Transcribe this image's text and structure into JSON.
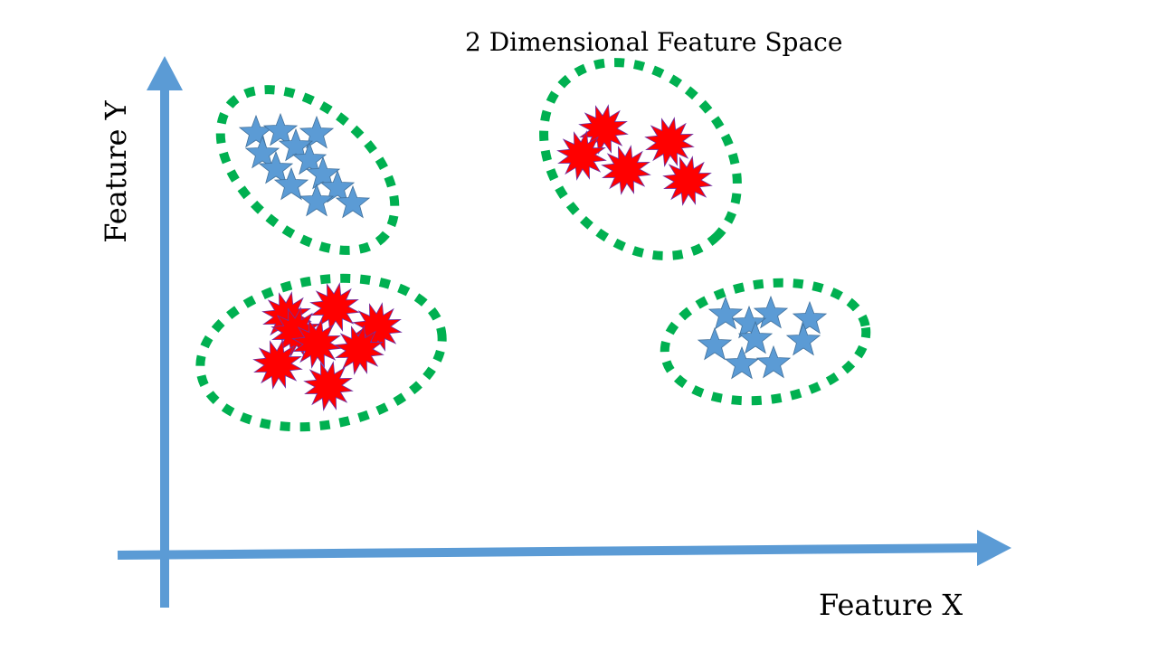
{
  "title": "2 Dimensional Feature Space",
  "x_axis_label": "Feature X",
  "y_axis_label": "Feature Y",
  "colors": {
    "axis": "#5b9bd5",
    "cluster_outline": "#00b050",
    "star": "#5b9bd5",
    "burst": "#ff0000"
  },
  "clusters": [
    {
      "shape": "star",
      "count": 12
    },
    {
      "shape": "burst",
      "count": 8
    },
    {
      "shape": "burst",
      "count": 5
    },
    {
      "shape": "star",
      "count": 9
    }
  ]
}
